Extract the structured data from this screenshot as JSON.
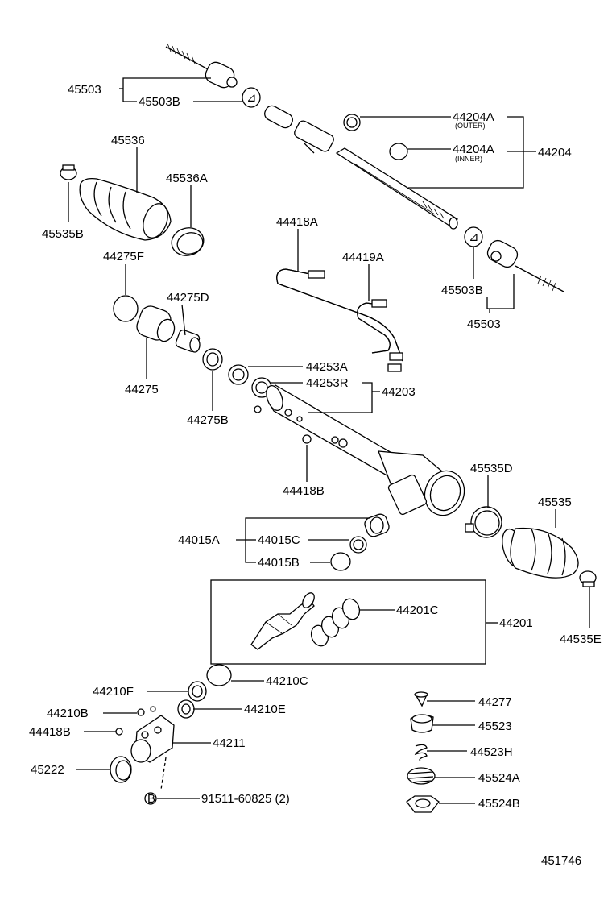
{
  "diagram": {
    "figure_id": "451746",
    "parts": {
      "p45503_top": "45503",
      "p45503B_top": "45503B",
      "p44204A_outer": "44204A",
      "outer_note": "(OUTER)",
      "p44204A_inner": "44204A",
      "inner_note": "(INNER)",
      "p44204": "44204",
      "p45536": "45536",
      "p45536A": "45536A",
      "p45535B": "45535B",
      "p44418A": "44418A",
      "p44419A": "44419A",
      "p45503B_right": "45503B",
      "p45503_right": "45503",
      "p44275F": "44275F",
      "p44275D": "44275D",
      "p44275": "44275",
      "p44275B": "44275B",
      "p44253A": "44253A",
      "p44253R": "44253R",
      "p44203": "44203",
      "p44418B": "44418B",
      "p45535D": "45535D",
      "p45535": "45535",
      "p44015A": "44015A",
      "p44015C": "44015C",
      "p44015B": "44015B",
      "p44201C": "44201C",
      "p44201": "44201",
      "p44535E": "44535E",
      "p44210C": "44210C",
      "p44210F": "44210F",
      "p44210B": "44210B",
      "p44210E": "44210E",
      "p44418B_low": "44418B",
      "p44211": "44211",
      "p45222": "45222",
      "p91511": "91511-60825 (2)",
      "bolt_marker": "B",
      "p44277": "44277",
      "p45523": "45523",
      "p44523H": "44523H",
      "p45524A": "45524A",
      "p45524B": "45524B"
    }
  }
}
